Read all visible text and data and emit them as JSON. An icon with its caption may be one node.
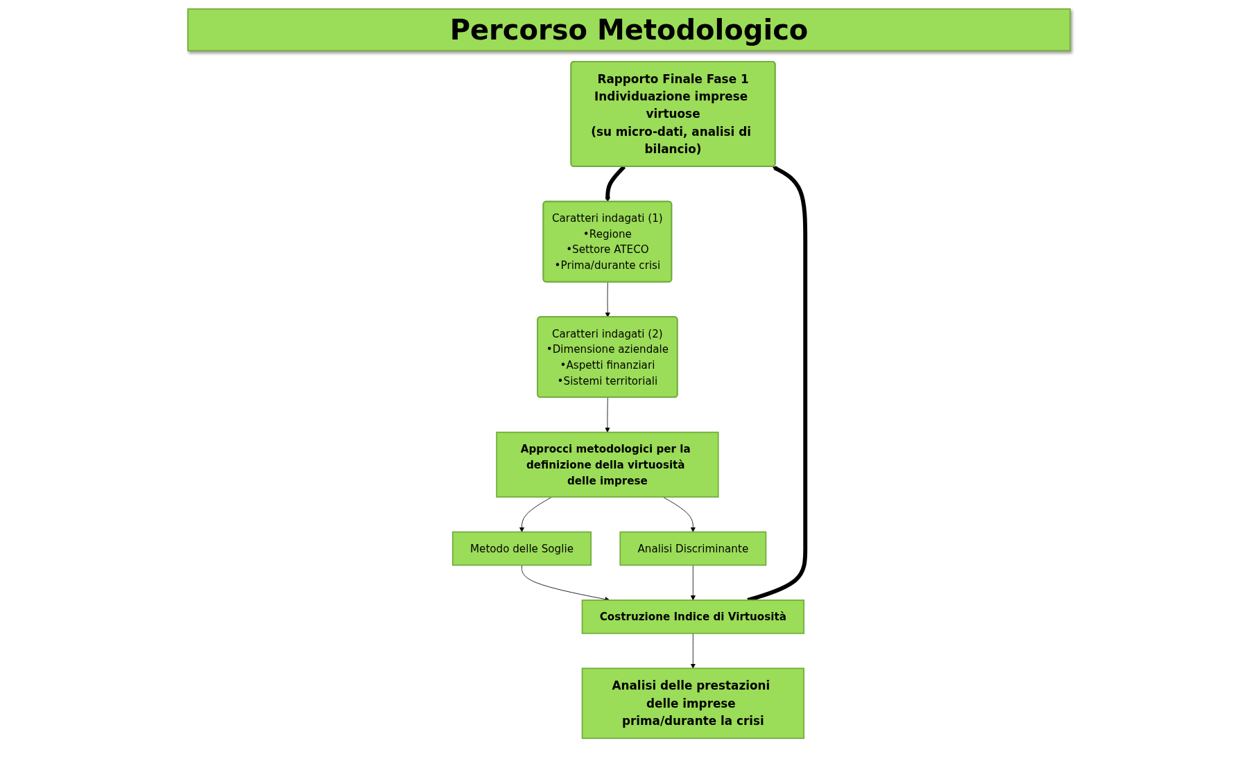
{
  "diagram": {
    "title": "Percorso Metodologico",
    "nodes": [
      {
        "text": [
          "Rapporto Finale Fase 1",
          "Individuazione imprese virtuose",
          "(su micro-dati, analisi di bilancio)"
        ]
      },
      {
        "text": [
          "Caratteri indagati (1)",
          "•Regione",
          "•Settore ATECO",
          "•Prima/durante crisi"
        ]
      },
      {
        "text": [
          "Caratteri indagati (2)",
          "•Dimensione aziendale",
          "•Aspetti finanziari",
          "•Sistemi territoriali"
        ]
      },
      {
        "text": [
          "Approcci metodologici per la definizione della virtuosità delle imprese"
        ]
      },
      {
        "text": [
          "Metodo delle Soglie"
        ]
      },
      {
        "text": [
          "Analisi Discriminante"
        ]
      },
      {
        "text": [
          "Costruzione Indice di Virtuosità"
        ]
      },
      {
        "text": [
          "Analisi delle prestazioni delle imprese prima/durante la crisi"
        ]
      }
    ],
    "edges": [
      {
        "from": 0,
        "to": 1,
        "arrow": "to",
        "style": "thick"
      },
      {
        "from": 1,
        "to": 2,
        "arrow": "to"
      },
      {
        "from": 2,
        "to": 3,
        "arrow": "to"
      },
      {
        "from": 3,
        "to": 4,
        "arrow": "to"
      },
      {
        "from": 3,
        "to": 5,
        "arrow": "to"
      },
      {
        "from": 4,
        "to": 6,
        "arrow": "to"
      },
      {
        "from": 5,
        "to": 6,
        "arrow": "to"
      },
      {
        "from": 6,
        "to": 0,
        "arrow": "to",
        "style": "thick"
      },
      {
        "from": 6,
        "to": 7,
        "arrow": "to"
      }
    ]
  }
}
